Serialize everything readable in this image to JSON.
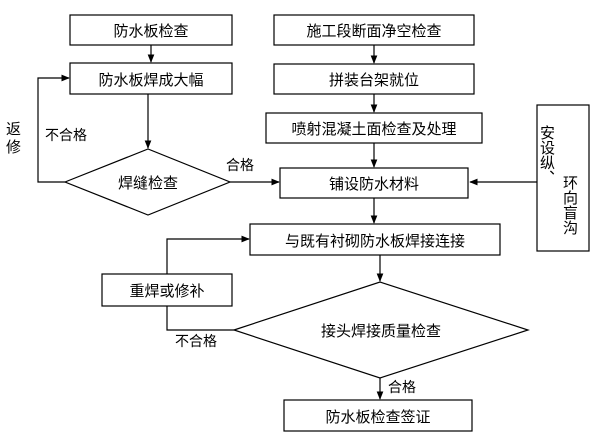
{
  "nodes": {
    "n1": "防水板检查",
    "n2": "防水板焊成大幅",
    "n3": "焊缝检查",
    "n4": "施工段断面净空检查",
    "n5": "拼装台架就位",
    "n6": "喷射混凝土面检查及处理",
    "n7": "铺设防水材料",
    "n8": "与既有衬砌防水板焊接连接",
    "n9": "接头焊接质量检查",
    "n10": "防水板检查签证",
    "n11": "重焊或修补",
    "side_col1": "安设纵、",
    "side_col2": "环向盲沟"
  },
  "edges": {
    "rework_col1": "返",
    "rework_col2": "修",
    "fail1": "不合格",
    "pass1": "合格",
    "fail2": "不合格",
    "pass2": "合格"
  }
}
